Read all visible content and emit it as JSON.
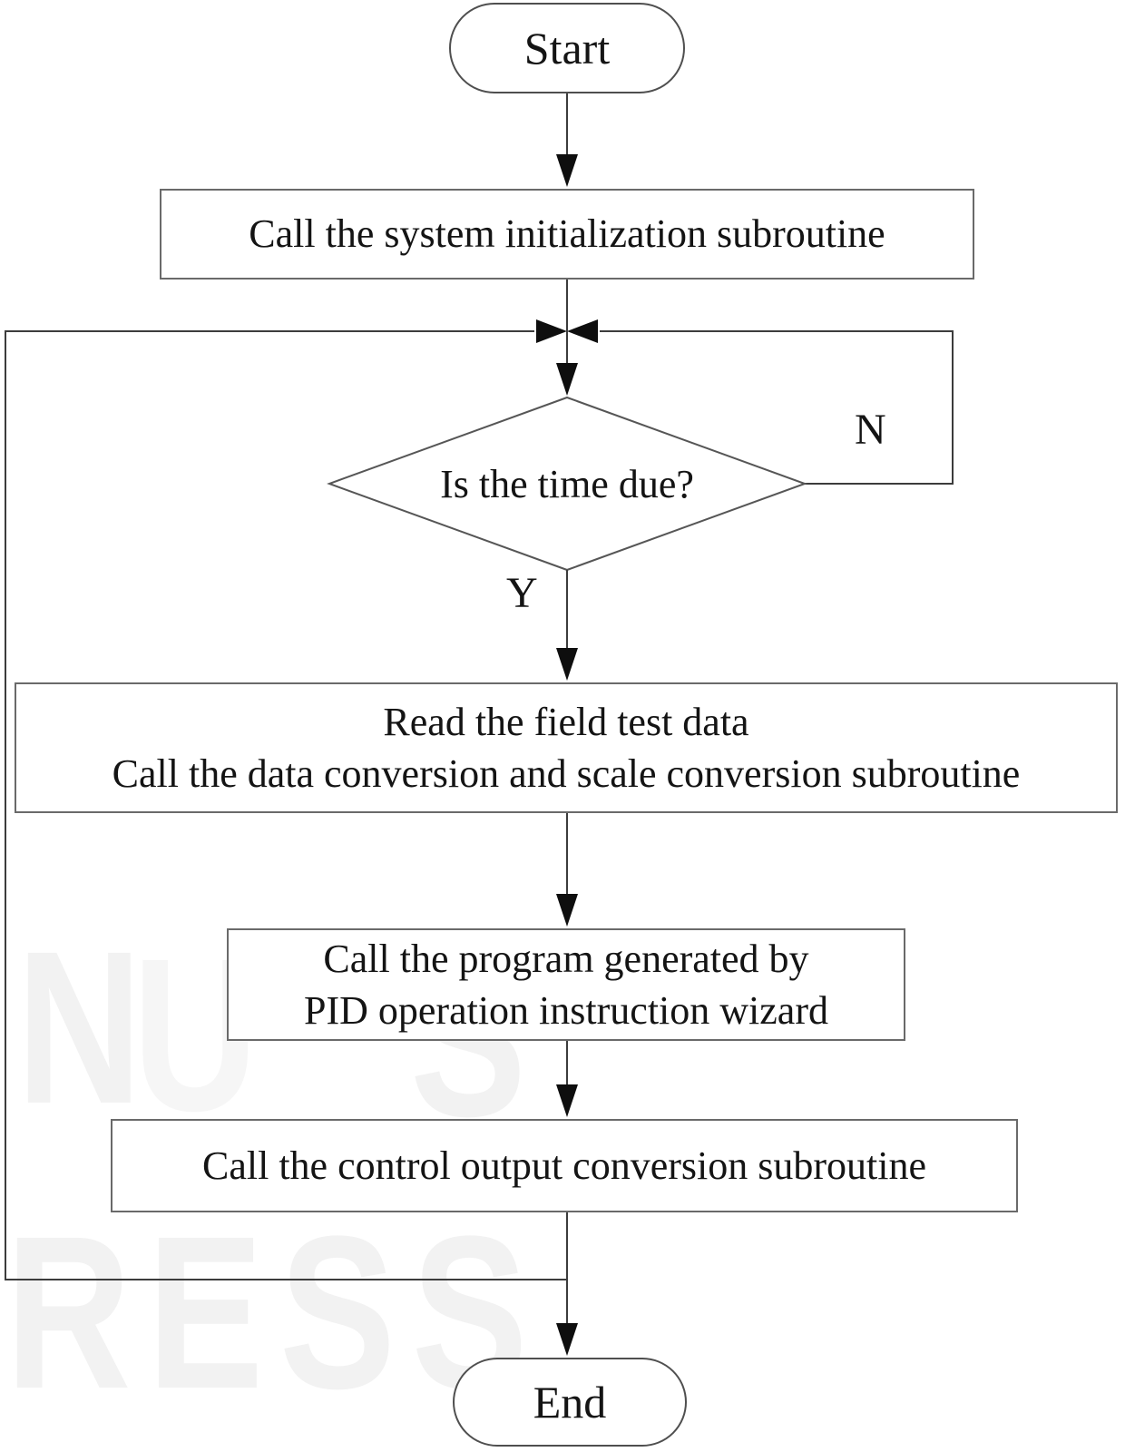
{
  "figure": {
    "type": "flowchart",
    "background": "#ffffff"
  },
  "nodes": {
    "start": {
      "shape": "stadium",
      "label": "Start"
    },
    "init": {
      "shape": "process",
      "label": "Call the system initialization subroutine"
    },
    "decision": {
      "shape": "diamond",
      "label": "Is the time due?"
    },
    "read_data": {
      "shape": "process",
      "label_line1": "Read the field test data",
      "label_line2": "Call the data conversion and scale conversion subroutine"
    },
    "pid_wizard": {
      "shape": "process",
      "label_line1": "Call the program generated by",
      "label_line2": "PID operation instruction wizard"
    },
    "control_output": {
      "shape": "process",
      "label": "Call the control output conversion subroutine"
    },
    "end": {
      "shape": "stadium",
      "label": "End"
    }
  },
  "edge_labels": {
    "no_branch": "N",
    "yes_branch": "Y"
  },
  "watermark": {
    "fragment_top_1": "N",
    "fragment_top_2": "U",
    "fragment_top_3": "S",
    "fragment_bottom": "RESS"
  },
  "colors": {
    "line": "#3c3c3c",
    "box_border": "#6a6a6a",
    "text": "#141414",
    "arrowhead": "#0e0e0e",
    "watermark": "#f2f2f2",
    "background": "#ffffff"
  }
}
